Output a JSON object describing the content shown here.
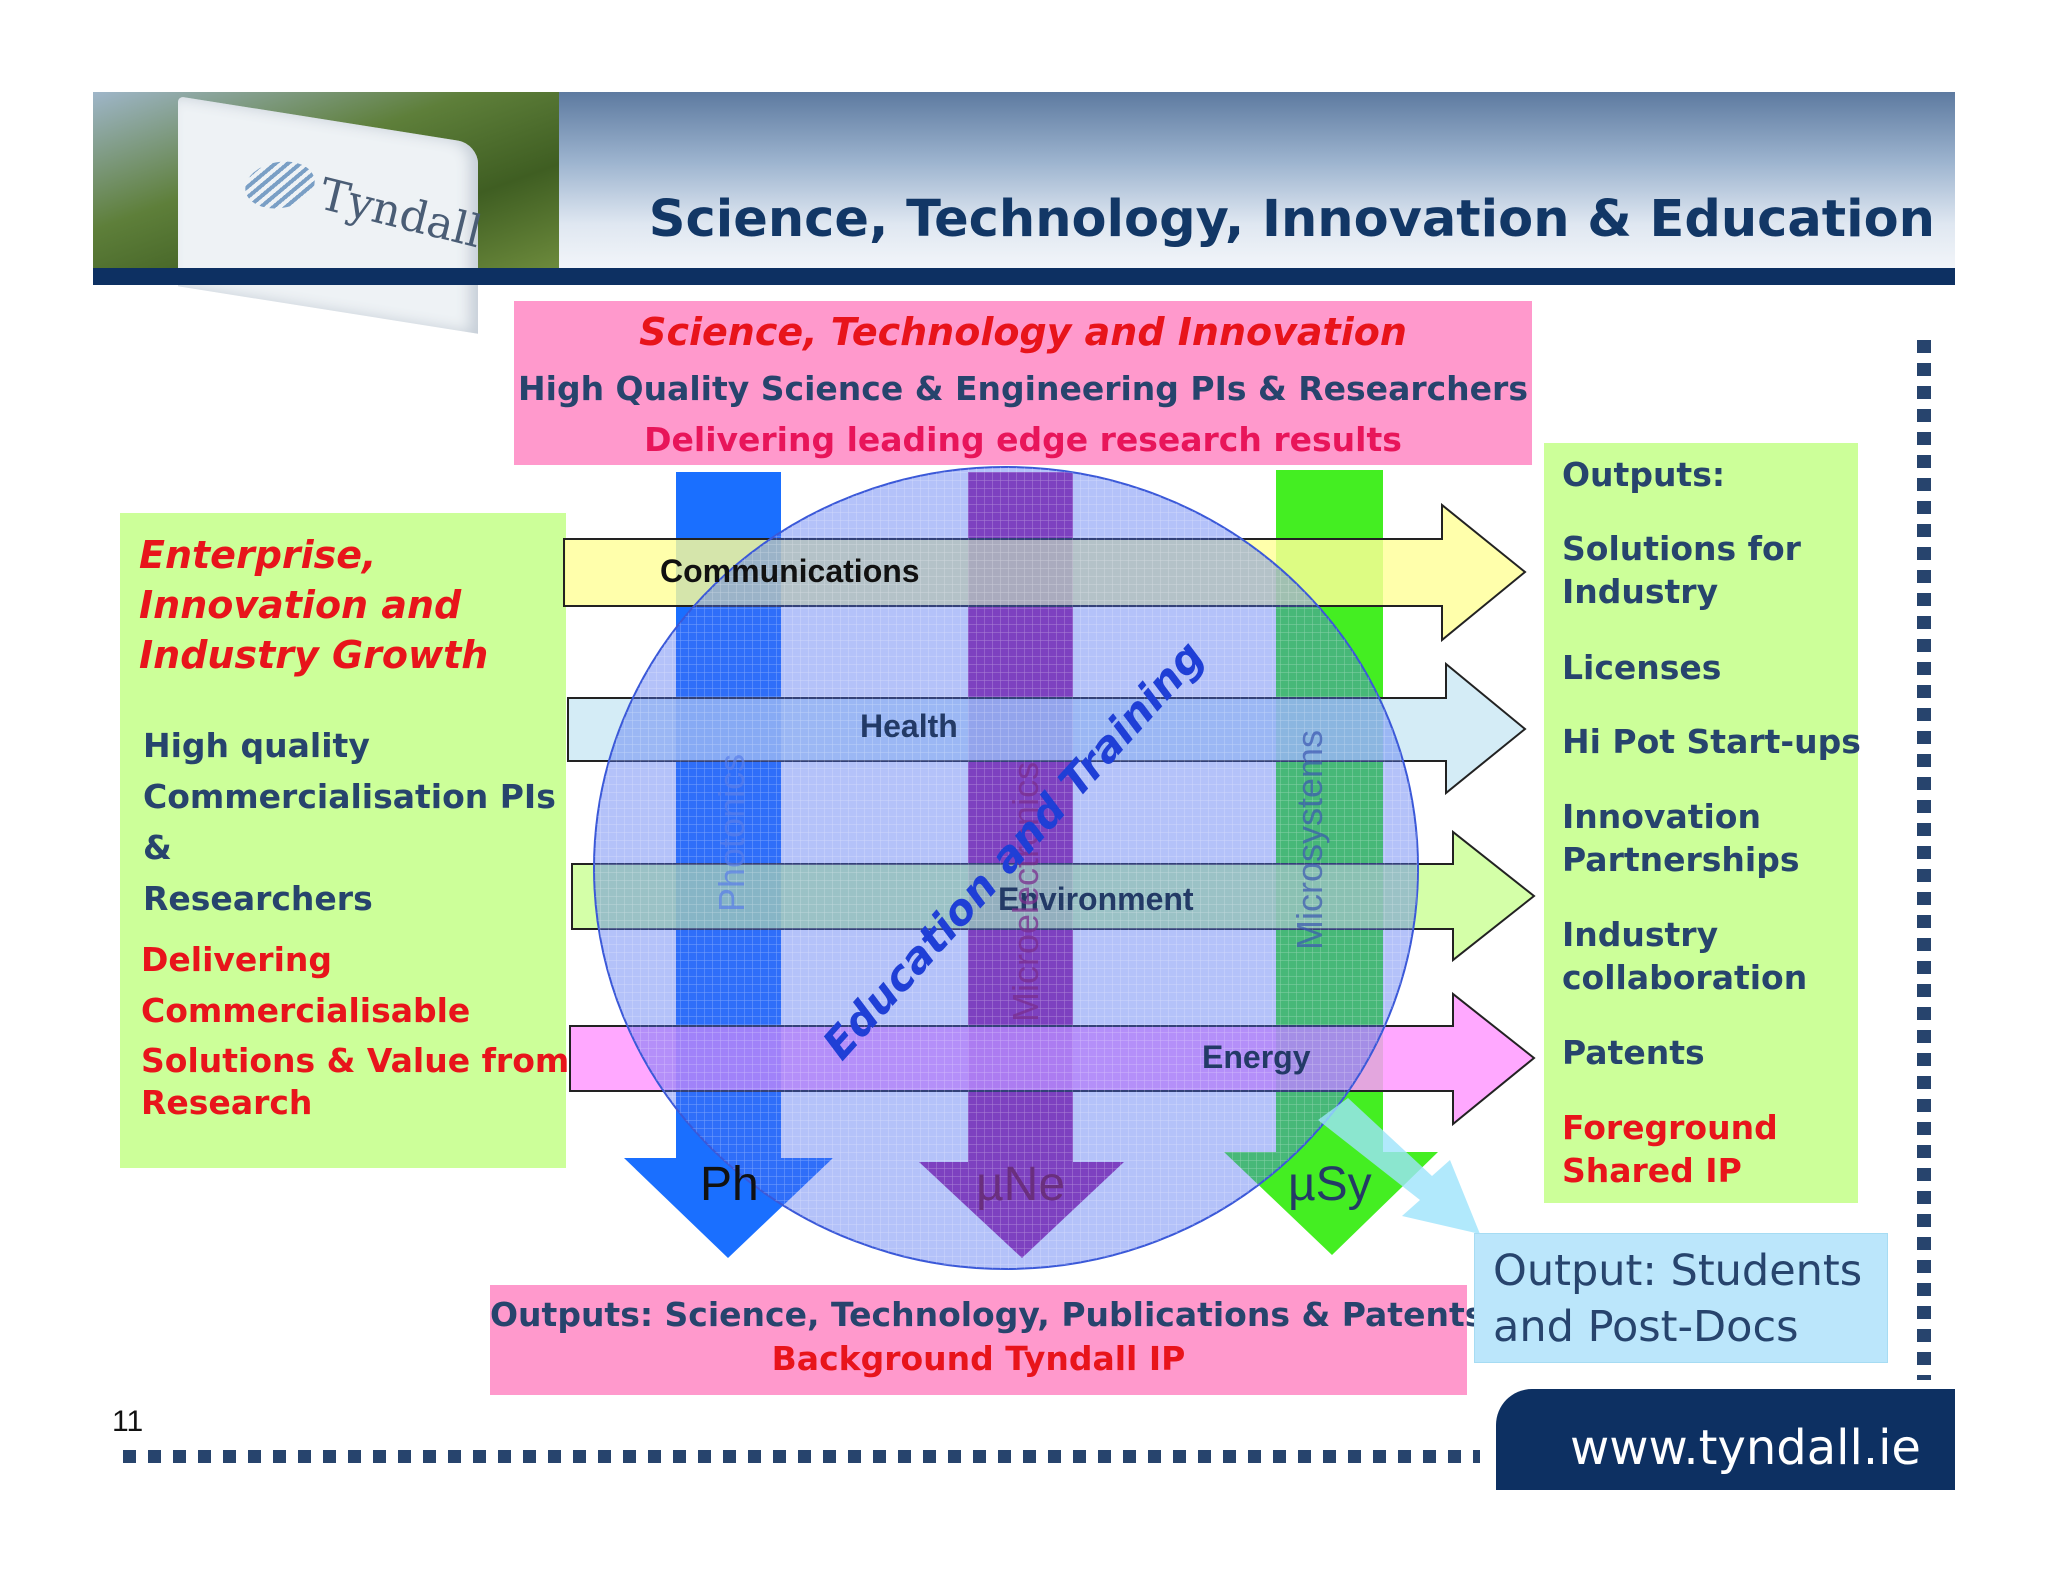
{
  "header": {
    "title": "Science, Technology, Innovation & Education",
    "sign_text": "Tyndall"
  },
  "top_box": {
    "title": "Science, Technology and Innovation",
    "line1": "High Quality Science & Engineering PIs & Researchers",
    "line2": "Delivering leading edge research results"
  },
  "left_box": {
    "heading": [
      "Enterprise,",
      "Innovation and",
      "Industry Growth"
    ],
    "navy_lines": [
      "High quality",
      "Commercialisation PIs",
      "&",
      "Researchers"
    ],
    "red_lines": [
      "Delivering",
      "Commercialisable",
      "Solutions & Value from",
      "Research"
    ]
  },
  "right_box": {
    "title": "Outputs:",
    "items": [
      {
        "lines": [
          "Solutions for",
          "Industry"
        ],
        "color": "navy"
      },
      {
        "lines": [
          "Licenses"
        ],
        "color": "navy"
      },
      {
        "lines": [
          "Hi Pot Start-ups"
        ],
        "color": "navy"
      },
      {
        "lines": [
          "Innovation",
          "Partnerships"
        ],
        "color": "navy"
      },
      {
        "lines": [
          "Industry",
          "collaboration"
        ],
        "color": "navy"
      },
      {
        "lines": [
          "Patents"
        ],
        "color": "navy"
      },
      {
        "lines": [
          "Foreground",
          "Shared IP"
        ],
        "color": "red"
      }
    ]
  },
  "horizontal_arrows": [
    {
      "label": "Communications",
      "color": "#ffff99"
    },
    {
      "label": "Health",
      "color": "#cde9f5"
    },
    {
      "label": "Environment",
      "color": "#ccff99"
    },
    {
      "label": "Energy",
      "color": "#ff99ff"
    }
  ],
  "vertical_arrows": [
    {
      "label": "Photonics",
      "short": "Ph",
      "color": "#1a6fff"
    },
    {
      "label": "Microelectronics",
      "short": "µNe",
      "color": "#a0229e"
    },
    {
      "label": "Microsystems",
      "short": "µSy",
      "color": "#44ee22"
    }
  ],
  "circle": {
    "label": "Education and Training",
    "color": "#4d6ef0"
  },
  "bottom_box": {
    "line1": "Outputs: Science, Technology, Publications & Patents",
    "line2": "Background Tyndall  IP"
  },
  "students_box": {
    "lines": [
      "Output: Students",
      "and Post-Docs"
    ]
  },
  "footer": {
    "page_number": "11",
    "url": "www.tyndall.ie"
  },
  "colors": {
    "navy": "#27446d",
    "red": "#e8141b",
    "pink": "#ff99cc",
    "green": "#ccff99",
    "header_blue": "#0d3062"
  }
}
